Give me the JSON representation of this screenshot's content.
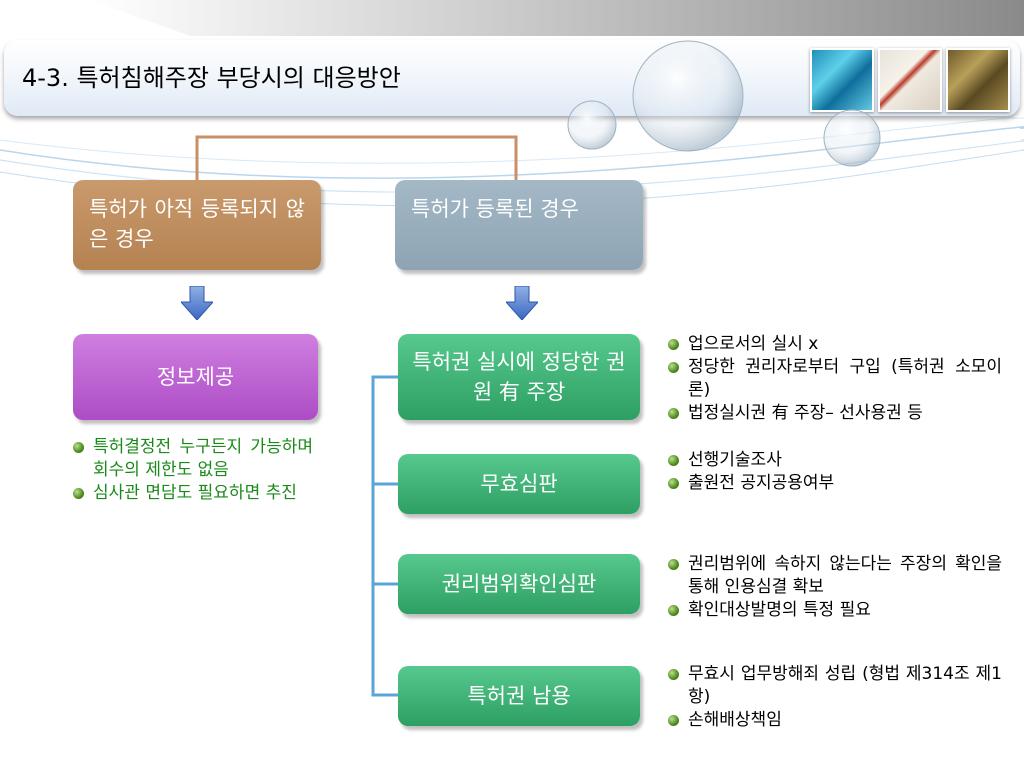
{
  "slide": {
    "title": "4-3. 특허침해주장 부당시의 대응방안",
    "accent_colors": {
      "brown": "#b98a5e",
      "steel": "#97abba",
      "purple": "#b85ccf",
      "green": "#3aad6f",
      "connector": "#5aa5d8",
      "bullet": "#4f8a1f"
    }
  },
  "top_boxes": [
    {
      "label": "특허가 아직 등록되지 않은 경우"
    },
    {
      "label": "특허가 등록된 경우"
    }
  ],
  "left_column": {
    "box": {
      "label": "정보제공"
    },
    "bullets": [
      "특허결정전 누구든지 가능하며 회수의 제한도 없음",
      "심사관 면담도 필요하면 추진"
    ]
  },
  "right_column": [
    {
      "label": "특허권 실시에 정당한 권원 有 주장",
      "bullets": [
        "업으로서의 실시 x",
        "정당한 권리자로부터 구입 (특허권 소모이론)",
        "법정실시권 有  주장– 선사용권 등"
      ]
    },
    {
      "label": "무효심판",
      "bullets": [
        "선행기술조사",
        "출원전 공지공용여부"
      ]
    },
    {
      "label": "권리범위확인심판",
      "bullets": [
        "권리범위에 속하지 않는다는 주장의 확인을 통해 인용심결 확보",
        "확인대상발명의 특정 필요"
      ]
    },
    {
      "label": "특허권 남용",
      "bullets": [
        "무효시 업무방해죄 성립 (형법 제314조 제1항)",
        "손해배상책임"
      ]
    }
  ]
}
